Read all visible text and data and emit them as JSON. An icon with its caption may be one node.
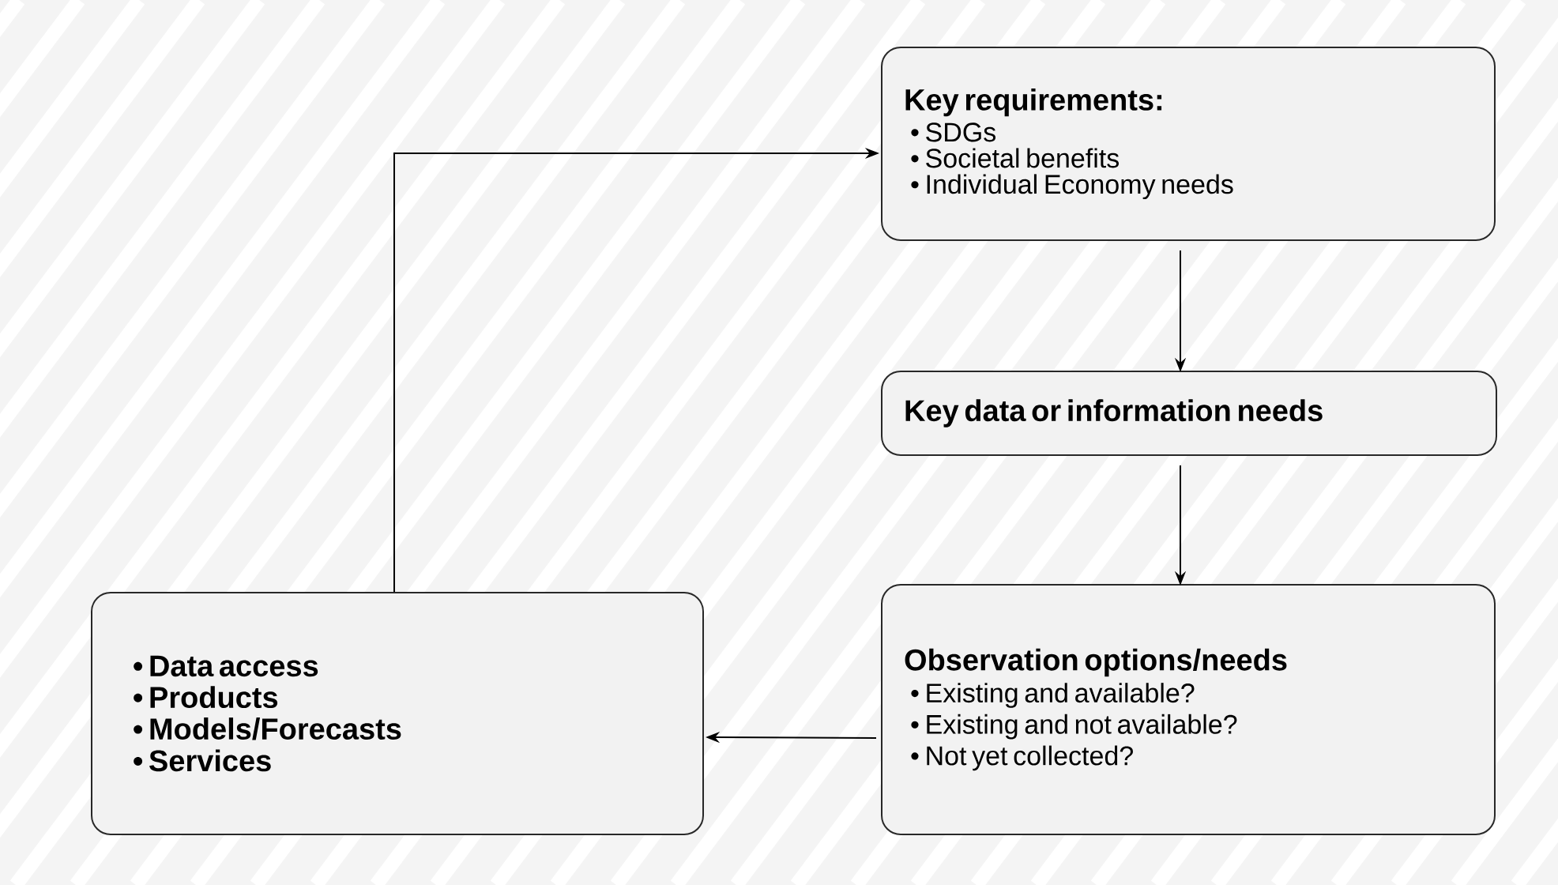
{
  "diagram": {
    "nodes": [
      {
        "text": [
          "Key requirements:",
          "• SDGs",
          "• Societal benefits",
          "• Individual Economy needs"
        ]
      },
      {
        "text": [
          "Key data or information needs"
        ]
      },
      {
        "text": [
          "Observation options/needs",
          "• Existing and available?",
          "• Existing and not available?",
          "• Not yet collected?"
        ]
      },
      {
        "text": [
          "• Data access",
          "• Products",
          "• Models/Forecasts",
          "• Services"
        ]
      }
    ],
    "edges": [
      {
        "from": 0,
        "to": 1,
        "arrow": "to"
      },
      {
        "from": 1,
        "to": 2,
        "arrow": "to"
      },
      {
        "from": 2,
        "to": 3,
        "arrow": "to"
      },
      {
        "from": 3,
        "to": 0,
        "arrow": "to"
      }
    ]
  }
}
